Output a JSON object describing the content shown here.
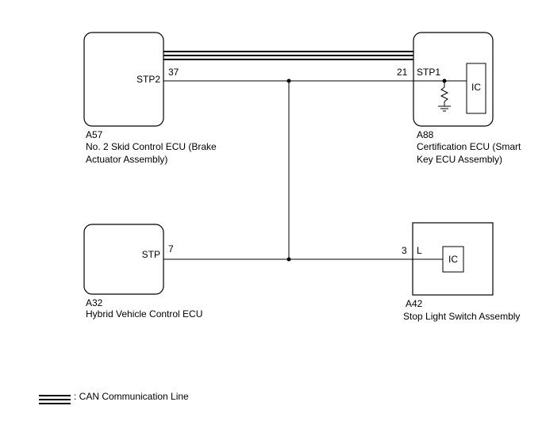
{
  "components": {
    "a57": {
      "code": "A57",
      "name_line1": "No. 2 Skid Control ECU (Brake",
      "name_line2": "Actuator Assembly)",
      "terminal_name": "STP2",
      "pin": "37"
    },
    "a88": {
      "code": "A88",
      "name_line1": "Certification ECU (Smart",
      "name_line2": "Key ECU Assembly)",
      "terminal_name": "STP1",
      "pin": "21",
      "ic_label": "IC"
    },
    "a32": {
      "code": "A32",
      "name_line1": "Hybrid Vehicle Control ECU",
      "terminal_name": "STP",
      "pin": "7"
    },
    "a42": {
      "code": "A42",
      "name_line1": "Stop Light Switch Assembly",
      "terminal_name": "L",
      "pin": "3",
      "ic_label": "IC"
    }
  },
  "legend": {
    "can_line_label": ": CAN Communication Line"
  },
  "colors": {
    "line": "#000000",
    "background": "#ffffff"
  }
}
